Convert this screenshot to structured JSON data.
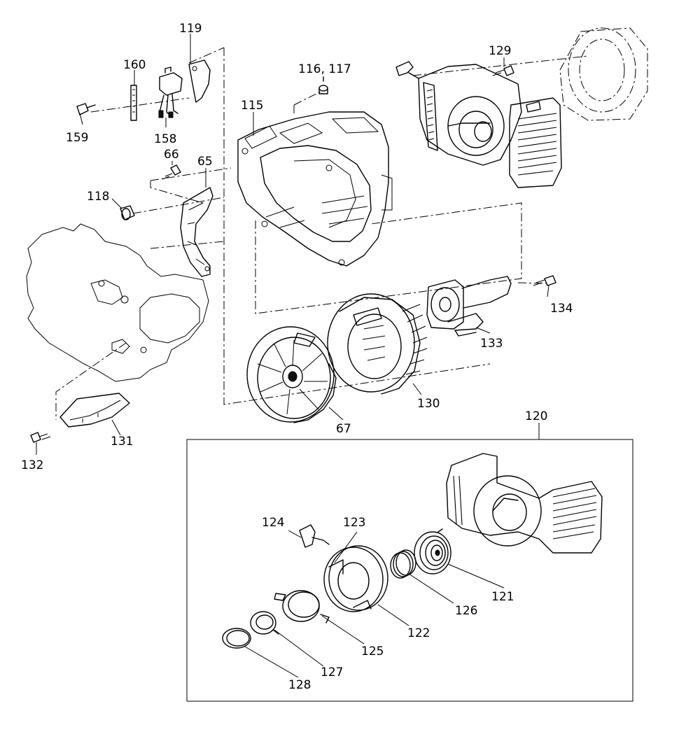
{
  "callouts": [
    {
      "id": "119",
      "text": "119"
    },
    {
      "id": "160",
      "text": "160"
    },
    {
      "id": "116_117",
      "text": "116, 117"
    },
    {
      "id": "129",
      "text": "129"
    },
    {
      "id": "115",
      "text": "115"
    },
    {
      "id": "159",
      "text": "159"
    },
    {
      "id": "158",
      "text": "158"
    },
    {
      "id": "66",
      "text": "66"
    },
    {
      "id": "65",
      "text": "65"
    },
    {
      "id": "118",
      "text": "118"
    },
    {
      "id": "134",
      "text": "134"
    },
    {
      "id": "133",
      "text": "133"
    },
    {
      "id": "130",
      "text": "130"
    },
    {
      "id": "67",
      "text": "67"
    },
    {
      "id": "131",
      "text": "131"
    },
    {
      "id": "132",
      "text": "132"
    },
    {
      "id": "120",
      "text": "120"
    },
    {
      "id": "124",
      "text": "124"
    },
    {
      "id": "123",
      "text": "123"
    },
    {
      "id": "121",
      "text": "121"
    },
    {
      "id": "126",
      "text": "126"
    },
    {
      "id": "122",
      "text": "122"
    },
    {
      "id": "125",
      "text": "125"
    },
    {
      "id": "127",
      "text": "127"
    },
    {
      "id": "128",
      "text": "128"
    }
  ]
}
